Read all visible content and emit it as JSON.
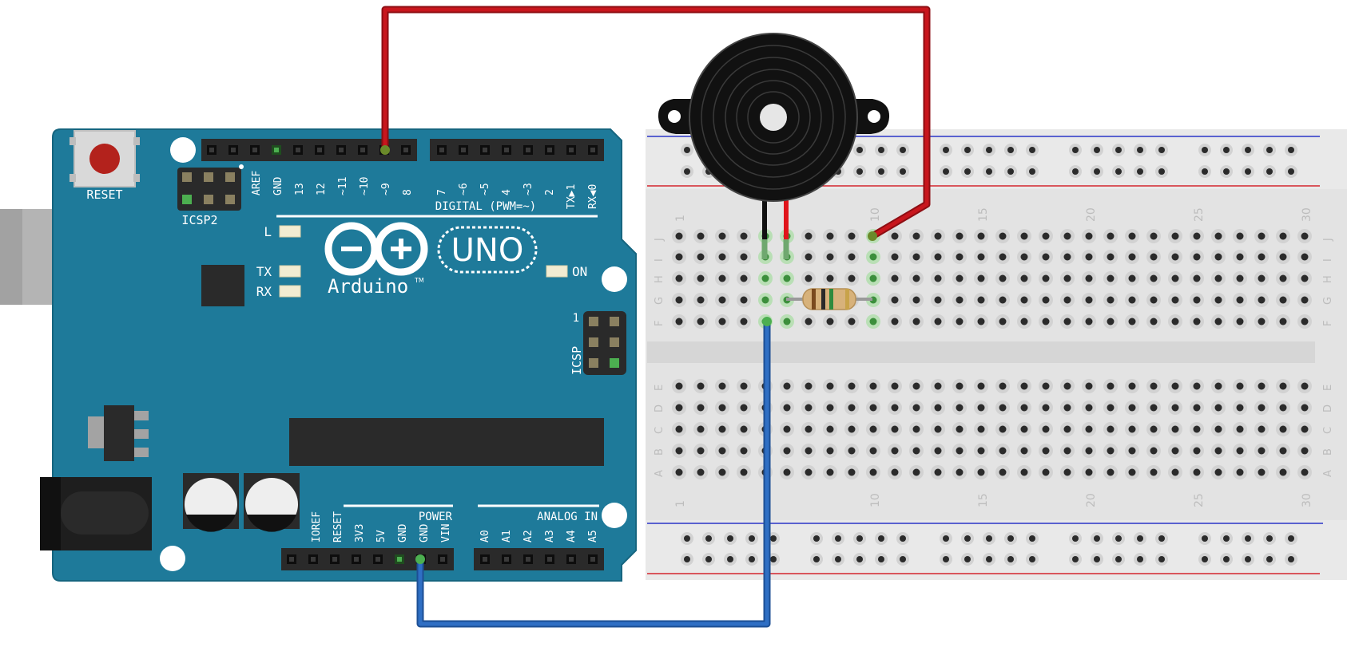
{
  "board": {
    "reset_label": "RESET",
    "icsp2_label": "ICSP2",
    "icsp_label": "ICSP",
    "icsp_pin1": "1",
    "digital_label": "DIGITAL (PWM=~)",
    "digital_pins_left": [
      "AREF",
      "GND",
      "13",
      "12",
      "~11",
      "~10",
      "~9",
      "8"
    ],
    "digital_pins_right": [
      "7",
      "~6",
      "~5",
      "4",
      "~3",
      "2",
      "TX▶1",
      "RX◀0"
    ],
    "led_l": "L",
    "led_tx": "TX",
    "led_rx": "RX",
    "led_on": "ON",
    "logo_word": "Arduino",
    "logo_tm": "TM",
    "logo_model": "UNO",
    "power_label": "POWER",
    "power_pins": [
      "IOREF",
      "RESET",
      "3V3",
      "5V",
      "GND",
      "GND",
      "VIN"
    ],
    "analog_label": "ANALOG IN",
    "analog_pins": [
      "A0",
      "A1",
      "A2",
      "A3",
      "A4",
      "A5"
    ],
    "colors": {
      "pcb": "#1e7a9a",
      "header": "#2a2a2a",
      "reset": "#b3221c"
    }
  },
  "breadboard": {
    "column_numbers": [
      "1",
      "10",
      "15",
      "20",
      "25",
      "30"
    ],
    "row_letters_top": [
      "J",
      "I",
      "H",
      "G",
      "F"
    ],
    "row_letters_bottom": [
      "E",
      "D",
      "C",
      "B",
      "A"
    ]
  },
  "components": {
    "buzzer": "piezo-buzzer",
    "resistor": "resistor",
    "wires": [
      {
        "from": "digital pin 9",
        "to": "breadboard column 10",
        "color": "#c8161d"
      },
      {
        "from": "GND",
        "to": "buzzer negative leg",
        "color": "#2f6fc4"
      }
    ]
  }
}
